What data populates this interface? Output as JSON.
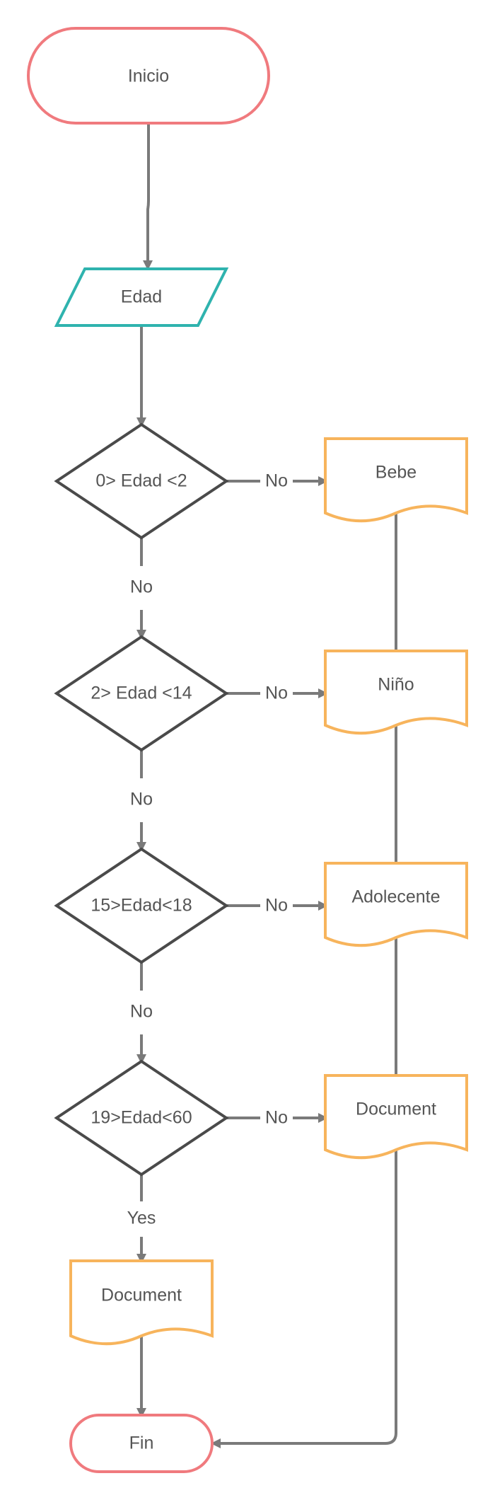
{
  "colors": {
    "terminal": "#F07A7E",
    "io": "#2FB3AE",
    "decision": "#4A4A4A",
    "document": "#F7B45C",
    "connector": "#7A7A7A",
    "label": "#555555"
  },
  "nodes": {
    "start": {
      "text": "Inicio",
      "shape": "terminal"
    },
    "input": {
      "text": "Edad",
      "shape": "parallelogram"
    },
    "d1": {
      "text": "0> Edad <2",
      "shape": "diamond"
    },
    "d2": {
      "text": "2> Edad <14",
      "shape": "diamond"
    },
    "d3": {
      "text": "15>Edad<18",
      "shape": "diamond"
    },
    "d4": {
      "text": "19>Edad<60",
      "shape": "diamond"
    },
    "doc1": {
      "text": "Bebe",
      "shape": "document"
    },
    "doc2": {
      "text": "Niño",
      "shape": "document"
    },
    "doc3": {
      "text": "Adolecente",
      "shape": "document"
    },
    "doc4": {
      "text": "Document",
      "shape": "document"
    },
    "doc5": {
      "text": "Document",
      "shape": "document"
    },
    "end": {
      "text": "Fin",
      "shape": "terminal"
    }
  },
  "edges": {
    "d1_right": "No",
    "d1_down": "No",
    "d2_right": "No",
    "d2_down": "No",
    "d3_right": "No",
    "d3_down": "No",
    "d4_right": "No",
    "d4_down": "Yes"
  }
}
